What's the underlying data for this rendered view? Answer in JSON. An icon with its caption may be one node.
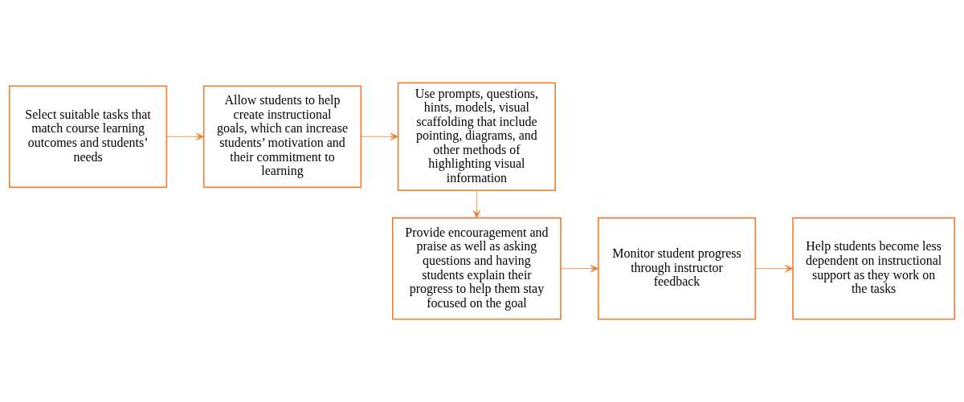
{
  "diagram": {
    "nodes": [
      {
        "text": [
          "Select suitable tasks that match course learning outcomes and students’ needs"
        ]
      },
      {
        "text": [
          "Allow students to help create instructional goals, which can increase students’ motivation and their commitment to learning"
        ]
      },
      {
        "text": [
          "Use prompts, questions, hints, models, visual scaffolding that include pointing, diagrams, and other methods of highlighting visual information"
        ]
      },
      {
        "text": [
          "Provide encouragement and praise as well as asking questions and having students explain their progress to help them stay focused on the goal"
        ]
      },
      {
        "text": [
          "Monitor student progress through instructor feedback"
        ]
      },
      {
        "text": [
          "Help students become less dependent on instructional support as they work on the tasks"
        ]
      }
    ],
    "edges": [
      {
        "from": 0,
        "to": 1,
        "arrow": "to"
      },
      {
        "from": 1,
        "to": 2,
        "arrow": "to"
      },
      {
        "from": 2,
        "to": 3,
        "arrow": "to"
      },
      {
        "from": 3,
        "to": 4,
        "arrow": "to"
      },
      {
        "from": 4,
        "to": 5,
        "arrow": "to"
      }
    ]
  }
}
